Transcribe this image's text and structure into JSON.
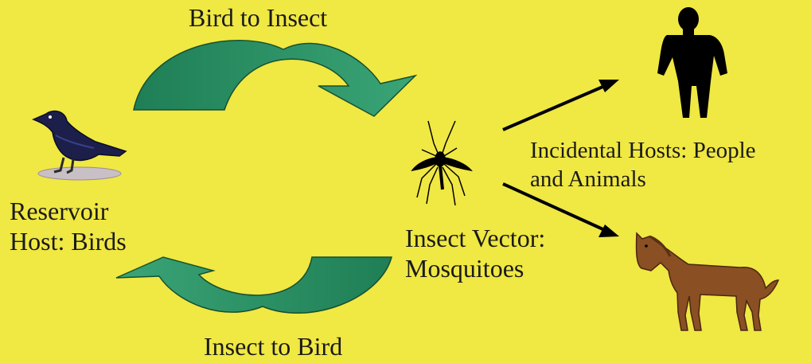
{
  "labels": {
    "bird_to_insect": "Bird to Insect",
    "insect_to_bird": "Insect to Bird",
    "reservoir_line1": "Reservoir",
    "reservoir_line2": "Host: Birds",
    "vector_line1": "Insect Vector:",
    "vector_line2": "Mosquitoes",
    "incidental_line1": "Incidental Hosts: People",
    "incidental_line2": "and Animals"
  },
  "icons": {
    "reservoir": "crow-icon",
    "vector": "mosquito-icon",
    "person": "person-silhouette-icon",
    "animal": "horse-icon"
  },
  "colors": {
    "background": "#f0e843",
    "cycle_arrow": "#2f9a6c",
    "text": "#1a1a1a"
  }
}
